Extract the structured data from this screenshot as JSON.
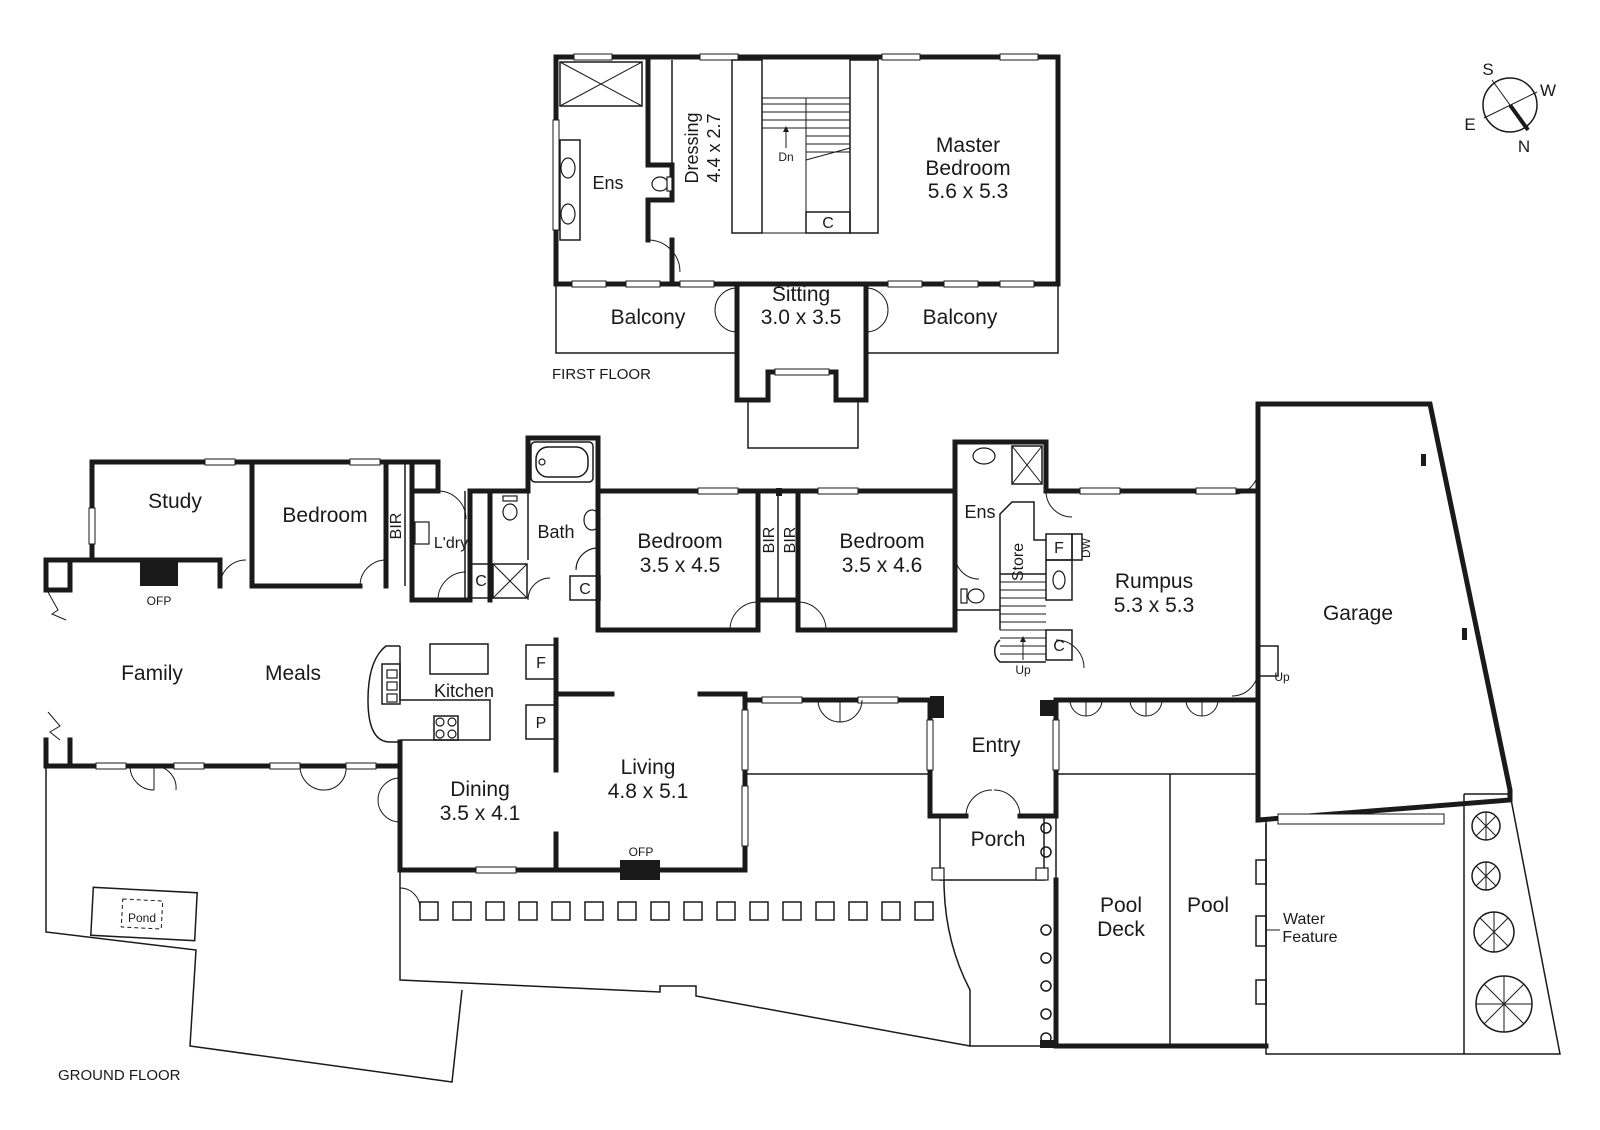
{
  "floors": {
    "first": {
      "label": "FIRST FLOOR",
      "rooms": {
        "ens": "Ens",
        "dressing": {
          "name": "Dressing",
          "size": "4.4 x 2.7"
        },
        "dn": "Dn",
        "cupboard": "C",
        "master": {
          "name_line1": "Master",
          "name_line2": "Bedroom",
          "size": "5.6 x 5.3"
        },
        "sitting": {
          "name": "Sitting",
          "size": "3.0 x 3.5"
        },
        "balcony_left": "Balcony",
        "balcony_right": "Balcony"
      }
    },
    "ground": {
      "label": "GROUND FLOOR",
      "rooms": {
        "study": "Study",
        "bedroom_west": "Bedroom",
        "bir_1": "BIR",
        "laundry": "L'dry",
        "bath": "Bath",
        "bedroom_2": {
          "name": "Bedroom",
          "size": "3.5 x 4.5"
        },
        "bir_2": "BIR",
        "bir_3": "BIR",
        "bedroom_3": {
          "name": "Bedroom",
          "size": "3.5 x 4.6"
        },
        "ens": "Ens",
        "store": "Store",
        "fridge": "F",
        "dw": "DW",
        "rumpus": {
          "name": "Rumpus",
          "size": "5.3 x 5.3"
        },
        "garage": "Garage",
        "up_stairs": "Up",
        "up_garage": "Up",
        "cupboard_laundry": "C",
        "cupboard_bath": "C",
        "cupboard_stairs": "C",
        "ofp_family": "OFP",
        "ofp_living": "OFP",
        "family": "Family",
        "meals": "Meals",
        "kitchen": "Kitchen",
        "pantry_f": "F",
        "pantry_p": "P",
        "dining": {
          "name": "Dining",
          "size": "3.5 x 4.1"
        },
        "living": {
          "name": "Living",
          "size": "4.8 x 5.1"
        },
        "entry": "Entry",
        "porch": "Porch",
        "pool_deck": {
          "line1": "Pool",
          "line2": "Deck"
        },
        "pool": "Pool",
        "water_feature": {
          "line1": "Water",
          "line2": "Feature"
        },
        "pond": "Pond"
      }
    }
  },
  "compass": {
    "s": "S",
    "w": "W",
    "e": "E",
    "n": "N"
  }
}
